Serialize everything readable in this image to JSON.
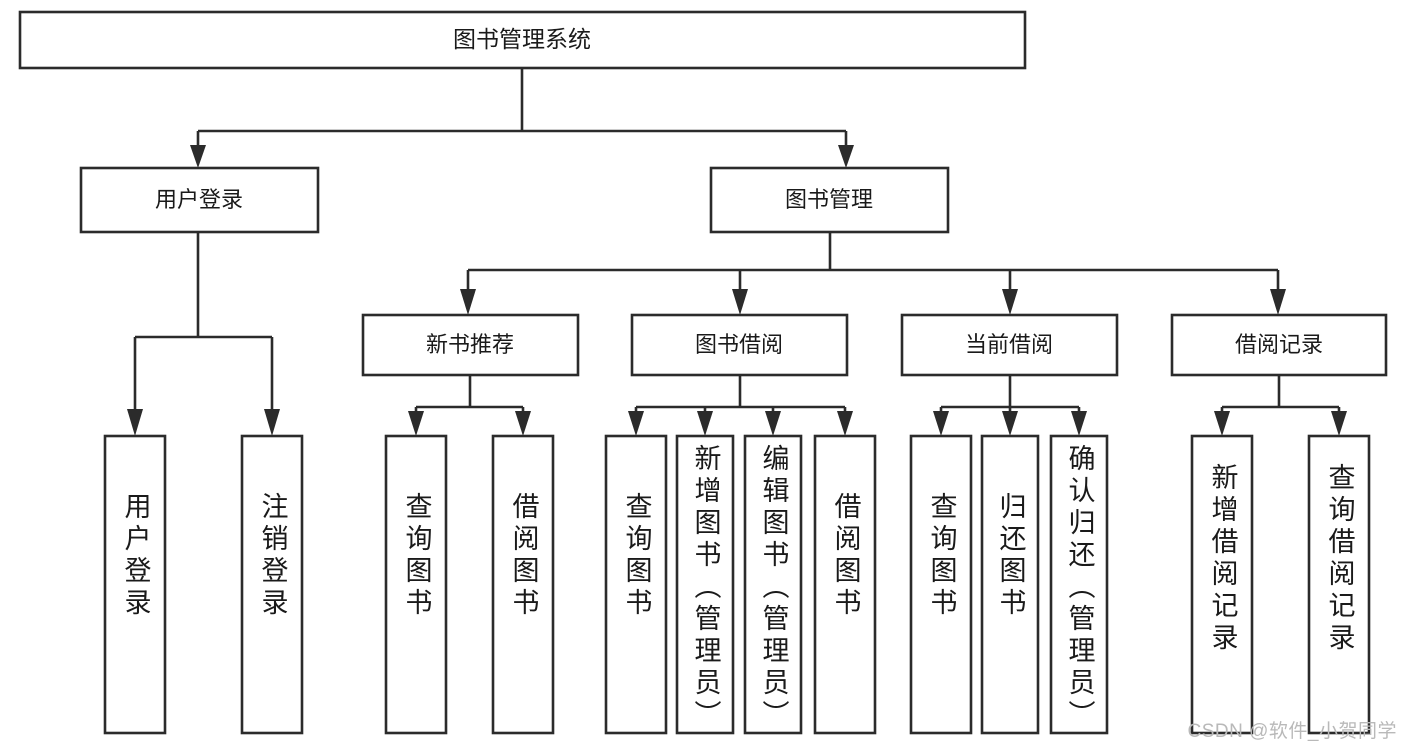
{
  "diagram": {
    "type": "tree",
    "title": "图书管理系统",
    "watermark": "CSDN @软件_小贺同学",
    "colors": {
      "stroke": "#2b2b2b",
      "fill": "#ffffff",
      "text": "#1a1a1a",
      "watermark": "#b9b9b9",
      "background": "#ffffff"
    },
    "levels": {
      "root": "图书管理系统",
      "level2": [
        "用户登录",
        "图书管理"
      ],
      "level3": [
        "新书推荐",
        "图书借阅",
        "当前借阅",
        "借阅记录"
      ],
      "leaves": [
        "用户登录",
        "注销登录",
        "查询图书",
        "借阅图书",
        "查询图书",
        "新增图书（管理员）",
        "编辑图书（管理员）",
        "借阅图书",
        "查询图书",
        "归还图书",
        "确认归还（管理员）",
        "新增借阅记录",
        "查询借阅记录"
      ]
    },
    "nodes": {
      "root": {
        "label": "图书管理系统"
      },
      "user_login": {
        "label": "用户登录"
      },
      "book_manage": {
        "label": "图书管理"
      },
      "new_book_rec": {
        "label": "新书推荐"
      },
      "book_borrow": {
        "label": "图书借阅"
      },
      "current_borrow": {
        "label": "当前借阅"
      },
      "borrow_record": {
        "label": "借阅记录"
      },
      "leaf_user_login": {
        "label": "用户登录"
      },
      "leaf_logout": {
        "label": "注销登录"
      },
      "leaf_query_book_1": {
        "label": "查询图书"
      },
      "leaf_borrow_book_1": {
        "label": "借阅图书"
      },
      "leaf_query_book_2": {
        "label": "查询图书"
      },
      "leaf_add_book": {
        "label": "新增图书（管理员）"
      },
      "leaf_edit_book": {
        "label": "编辑图书（管理员）"
      },
      "leaf_borrow_book_2": {
        "label": "借阅图书"
      },
      "leaf_query_book_3": {
        "label": "查询图书"
      },
      "leaf_return_book": {
        "label": "归还图书"
      },
      "leaf_confirm_return": {
        "label": "确认归还（管理员）"
      },
      "leaf_add_record": {
        "label": "新增借阅记录"
      },
      "leaf_query_record": {
        "label": "查询借阅记录"
      }
    },
    "edges": [
      {
        "from": "root",
        "to": "user_login"
      },
      {
        "from": "root",
        "to": "book_manage"
      },
      {
        "from": "user_login",
        "to": "leaf_user_login"
      },
      {
        "from": "user_login",
        "to": "leaf_logout"
      },
      {
        "from": "book_manage",
        "to": "new_book_rec"
      },
      {
        "from": "book_manage",
        "to": "book_borrow"
      },
      {
        "from": "book_manage",
        "to": "current_borrow"
      },
      {
        "from": "book_manage",
        "to": "borrow_record"
      },
      {
        "from": "new_book_rec",
        "to": "leaf_query_book_1"
      },
      {
        "from": "new_book_rec",
        "to": "leaf_borrow_book_1"
      },
      {
        "from": "book_borrow",
        "to": "leaf_query_book_2"
      },
      {
        "from": "book_borrow",
        "to": "leaf_add_book"
      },
      {
        "from": "book_borrow",
        "to": "leaf_edit_book"
      },
      {
        "from": "book_borrow",
        "to": "leaf_borrow_book_2"
      },
      {
        "from": "current_borrow",
        "to": "leaf_query_book_3"
      },
      {
        "from": "current_borrow",
        "to": "leaf_return_book"
      },
      {
        "from": "current_borrow",
        "to": "leaf_confirm_return"
      },
      {
        "from": "borrow_record",
        "to": "leaf_add_record"
      },
      {
        "from": "borrow_record",
        "to": "leaf_query_record"
      }
    ]
  }
}
